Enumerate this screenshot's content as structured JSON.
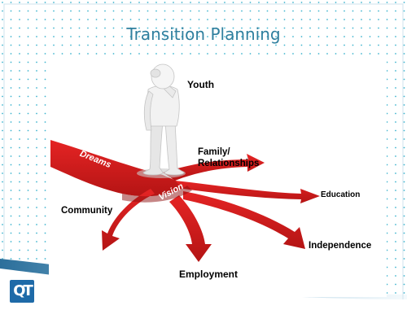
{
  "slide": {
    "title": "Transition Planning",
    "logo_text": "QT",
    "labels": {
      "youth": "Youth",
      "family_line1": "Family/",
      "family_line2": "Relationships",
      "education": "Education",
      "community": "Community",
      "independence": "Independence",
      "employment": "Employment",
      "dreams": "Dreams",
      "vision": "Vision"
    }
  },
  "colors": {
    "title": "#2f7f9e",
    "dots": "#40b4cf",
    "arrow_red": "#d81e1e",
    "arrow_dark": "#8e0d0d",
    "footer_swoosh": "#6aa6c8",
    "logo_bg": "#1e6aa8"
  },
  "icons": [
    "thinking-figure-icon",
    "branching-arrows-icon",
    "logo-icon"
  ]
}
